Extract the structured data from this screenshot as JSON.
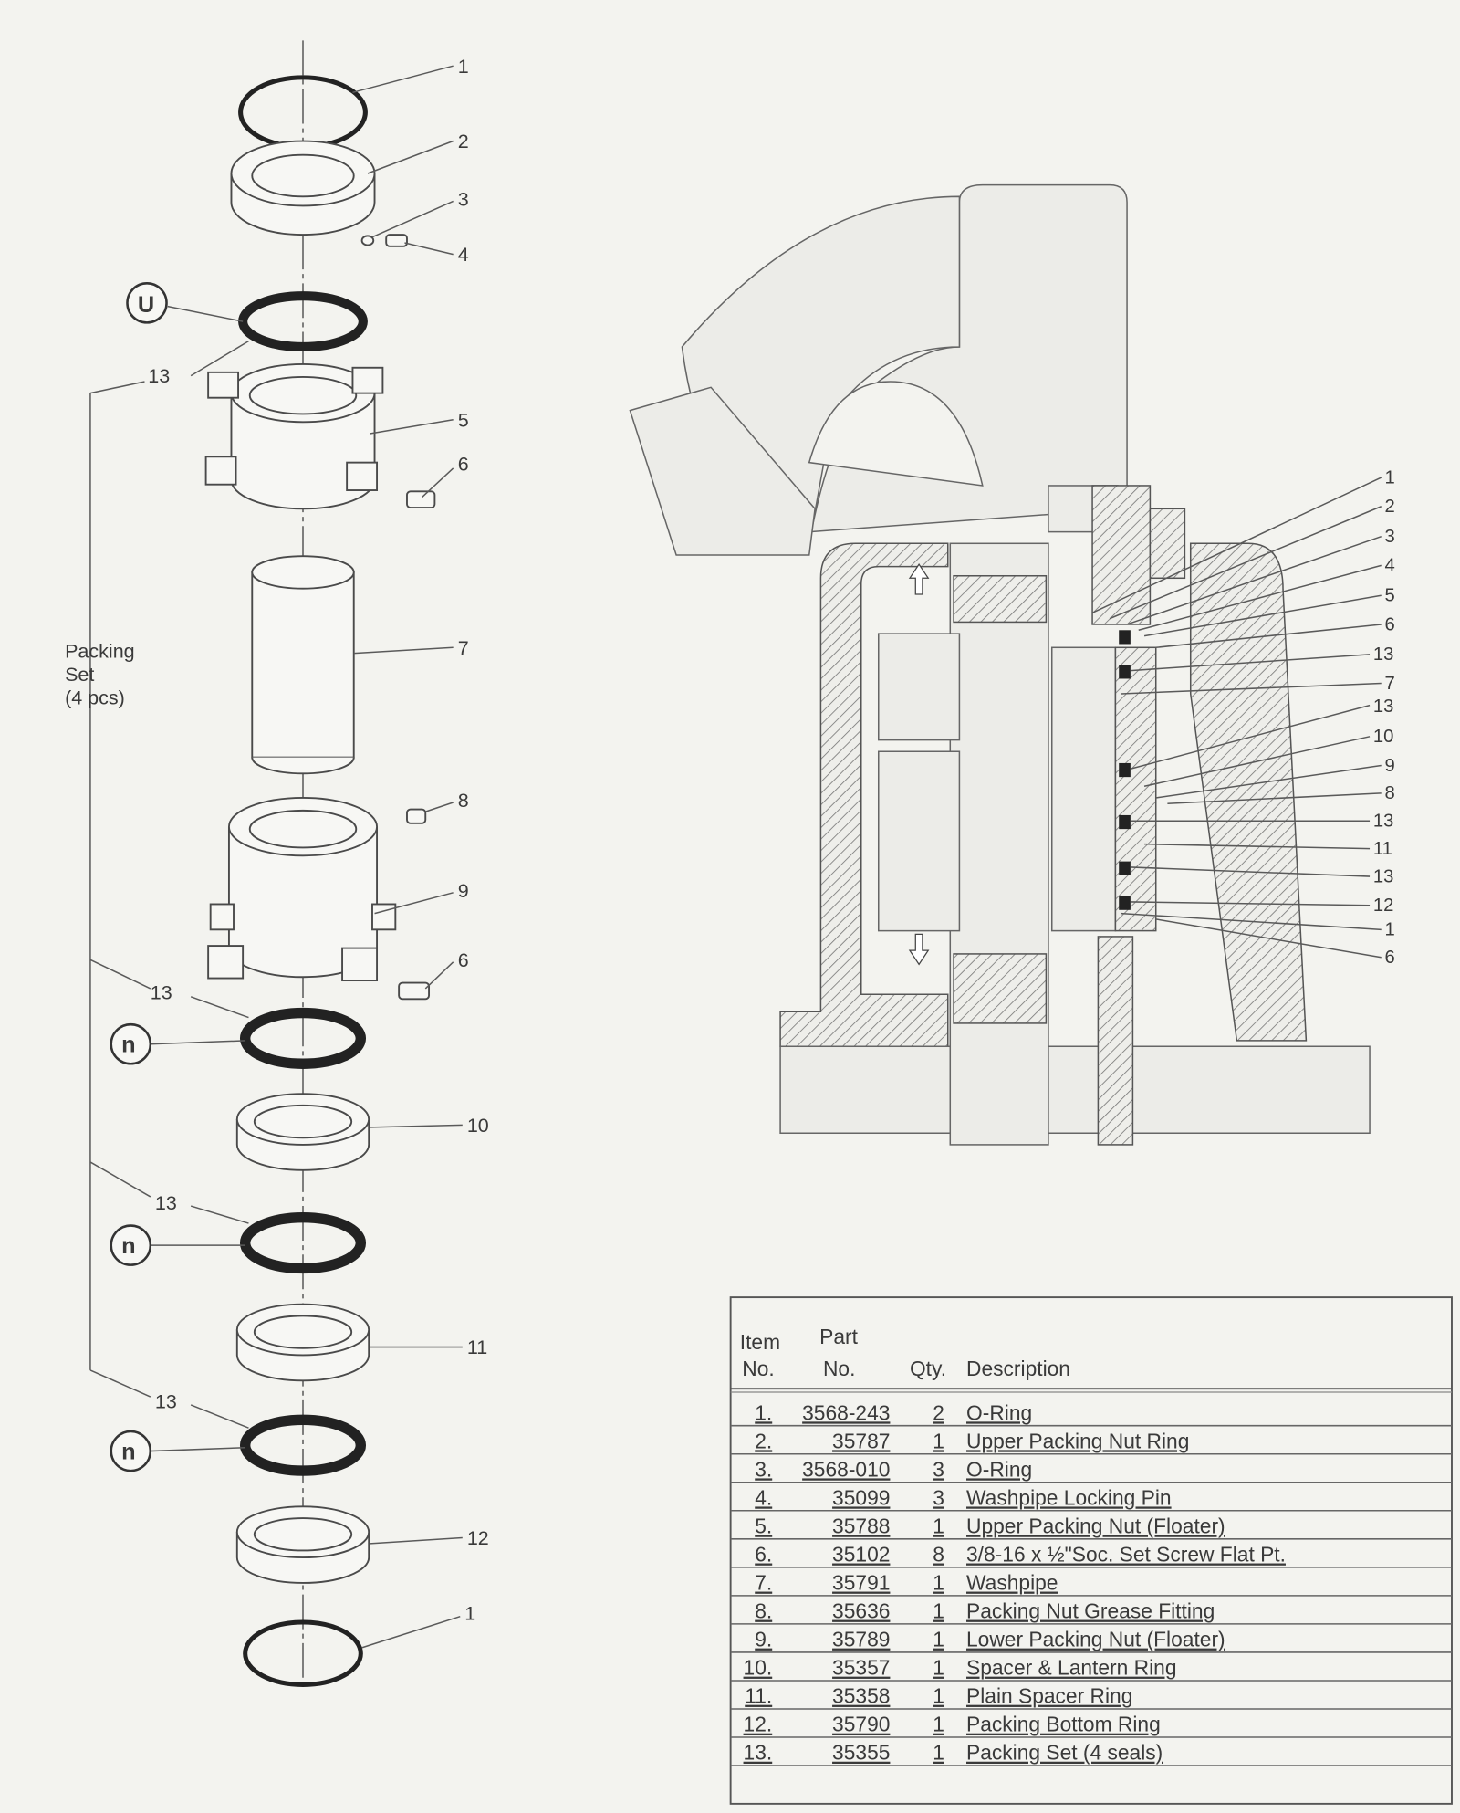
{
  "exploded_view": {
    "callouts": [
      "1",
      "2",
      "3",
      "4",
      "13",
      "5",
      "6",
      "7",
      "8",
      "9",
      "6",
      "13",
      "10",
      "13",
      "11",
      "13",
      "12",
      "1"
    ],
    "packing_set_label": [
      "Packing",
      "Set",
      "(4 pcs)"
    ],
    "seal_icons": [
      "U",
      "n",
      "n",
      "n"
    ]
  },
  "section_view": {
    "callouts": [
      "1",
      "2",
      "3",
      "4",
      "5",
      "6",
      "13",
      "7",
      "13",
      "10",
      "9",
      "8",
      "13",
      "11",
      "13",
      "12",
      "1",
      "6"
    ]
  },
  "parts_table": {
    "headers": {
      "item_line1": "Item",
      "item_line2": "No.",
      "part_line1": "Part",
      "part_line2": "No.",
      "qty": "Qty.",
      "description": "Description"
    },
    "rows": [
      {
        "item": "1.",
        "part": "3568-243",
        "qty": "2",
        "description": "O-Ring"
      },
      {
        "item": "2.",
        "part": "35787",
        "qty": "1",
        "description": "Upper Packing Nut Ring"
      },
      {
        "item": "3.",
        "part": "3568-010",
        "qty": "3",
        "description": "O-Ring"
      },
      {
        "item": "4.",
        "part": "35099",
        "qty": "3",
        "description": "Washpipe Locking Pin"
      },
      {
        "item": "5.",
        "part": "35788",
        "qty": "1",
        "description": "Upper Packing Nut (Floater)"
      },
      {
        "item": "6.",
        "part": "35102",
        "qty": "8",
        "description": "3/8-16 x ½\"Soc. Set Screw Flat Pt."
      },
      {
        "item": "7.",
        "part": "35791",
        "qty": "1",
        "description": "Washpipe"
      },
      {
        "item": "8.",
        "part": "35636",
        "qty": "1",
        "description": "Packing Nut Grease Fitting"
      },
      {
        "item": "9.",
        "part": "35789",
        "qty": "1",
        "description": "Lower Packing Nut (Floater)"
      },
      {
        "item": "10.",
        "part": "35357",
        "qty": "1",
        "description": "Spacer & Lantern Ring"
      },
      {
        "item": "11.",
        "part": "35358",
        "qty": "1",
        "description": "Plain Spacer Ring"
      },
      {
        "item": "12.",
        "part": "35790",
        "qty": "1",
        "description": "Packing  Bottom Ring"
      },
      {
        "item": "13.",
        "part": "35355",
        "qty": "1",
        "description": "Packing Set (4 seals)"
      }
    ]
  }
}
